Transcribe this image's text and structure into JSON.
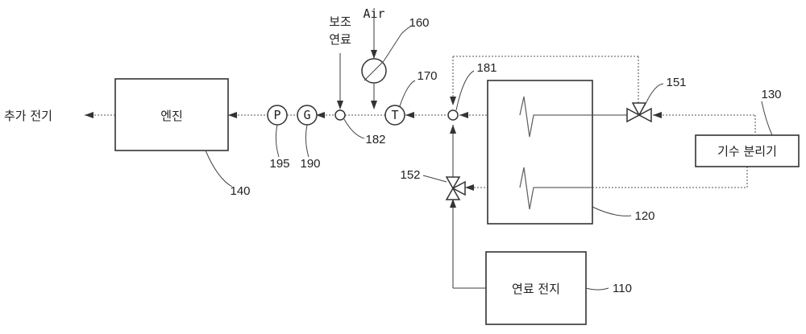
{
  "labels": {
    "extra_power": "추가 전기",
    "engine": "엔진",
    "aux_fuel_line1": "보조",
    "aux_fuel_line2": "연료",
    "air": "Air",
    "pump_symbol": "P",
    "generator_symbol": "G",
    "turbine_symbol": "T",
    "fuel_cell": "연료 전지",
    "separator": "기수 분리기"
  },
  "refs": {
    "r140": "140",
    "r195": "195",
    "r190": "190",
    "r182": "182",
    "r160": "160",
    "r170": "170",
    "r181": "181",
    "r151": "151",
    "r130": "130",
    "r152": "152",
    "r120": "120",
    "r110": "110"
  }
}
